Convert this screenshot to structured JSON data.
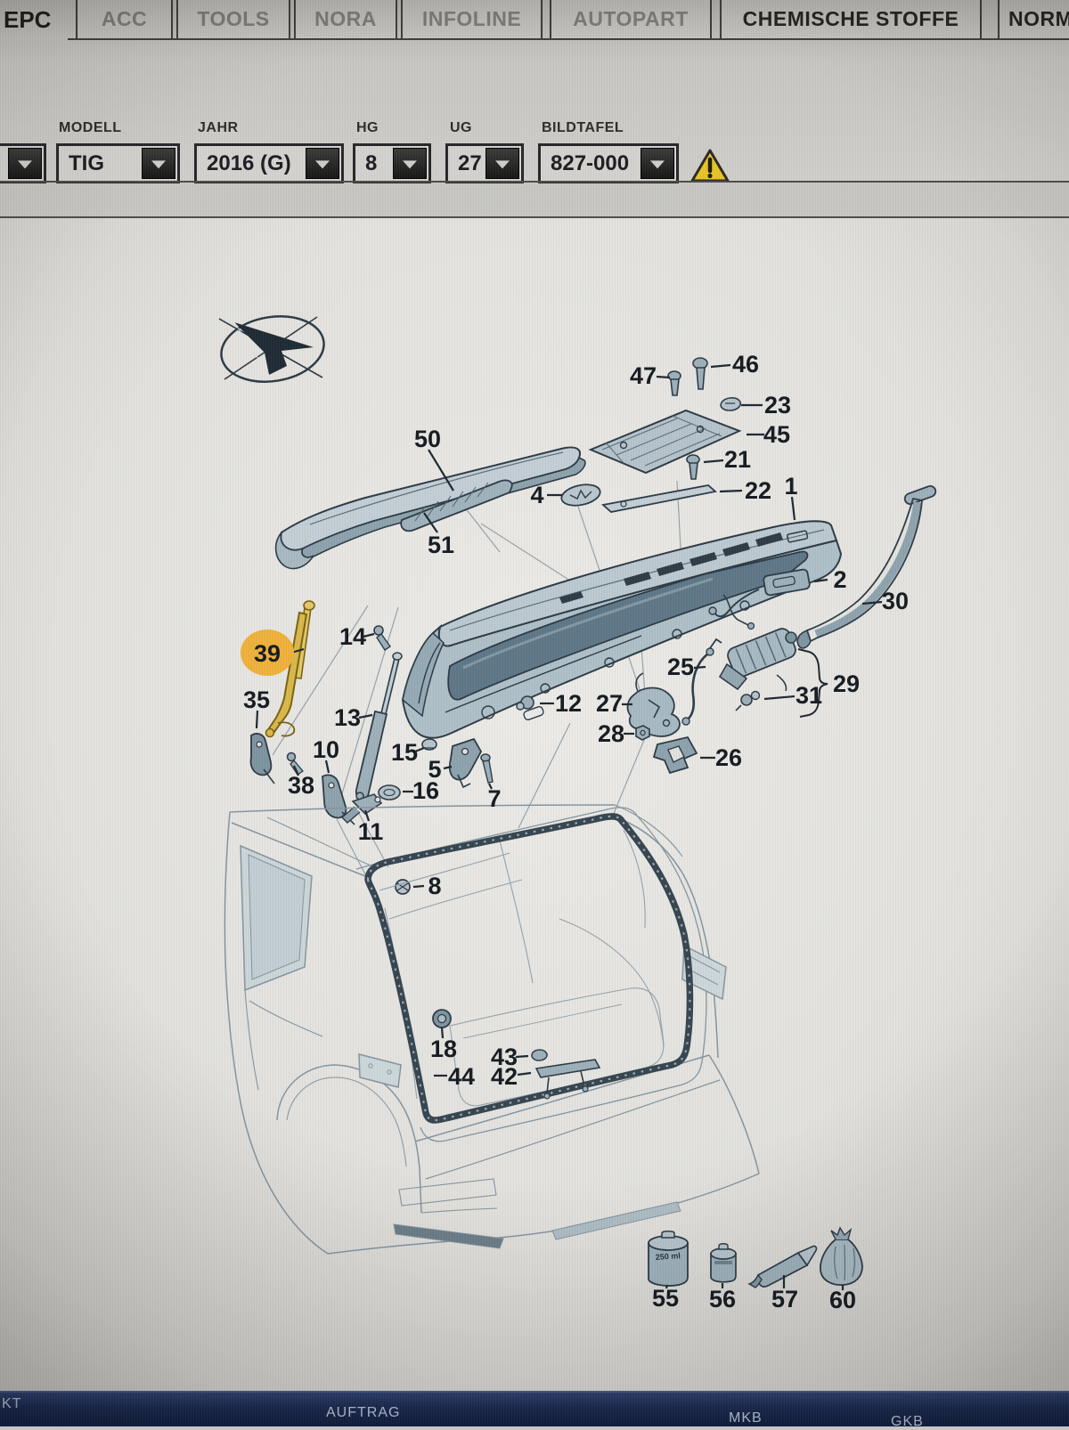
{
  "app": {
    "title": "EPC"
  },
  "tabs": [
    {
      "label": "EPC",
      "state": "active"
    },
    {
      "label": "ACC",
      "state": "disabled"
    },
    {
      "label": "TOOLS",
      "state": "disabled"
    },
    {
      "label": "NORA",
      "state": "disabled"
    },
    {
      "label": "INFOLINE",
      "state": "disabled"
    },
    {
      "label": "AUTOPART",
      "state": "disabled"
    },
    {
      "label": "CHEMISCHE STOFFE",
      "state": "enabled"
    },
    {
      "label": "NORM",
      "state": "enabled"
    }
  ],
  "toolbar": {
    "fields": [
      {
        "label": "MODELL",
        "value": "TIG"
      },
      {
        "label": "JAHR",
        "value": "2016 (G)"
      },
      {
        "label": "HG",
        "value": "8"
      },
      {
        "label": "UG",
        "value": "27"
      },
      {
        "label": "BILDTAFEL",
        "value": "827-000"
      }
    ],
    "warning_icon": "warning-triangle",
    "warning_mark": "!"
  },
  "statusbar": {
    "items": [
      "KT",
      "AUFTRAG",
      "MKB",
      "GKB"
    ]
  },
  "diagram": {
    "highlighted_part": "39",
    "highlight_color": "#efb13a",
    "strut_highlight_color": "#d9b84a",
    "canister_volume": "250 ml",
    "labels": [
      "50",
      "51",
      "4",
      "45",
      "23",
      "46",
      "47",
      "21",
      "22",
      "1",
      "2",
      "30",
      "25",
      "29",
      "31",
      "27",
      "28",
      "26",
      "12",
      "39",
      "35",
      "14",
      "13",
      "10",
      "38",
      "11",
      "15",
      "5",
      "16",
      "7",
      "8",
      "18",
      "43",
      "42",
      "44",
      "55",
      "56",
      "57",
      "60"
    ]
  }
}
